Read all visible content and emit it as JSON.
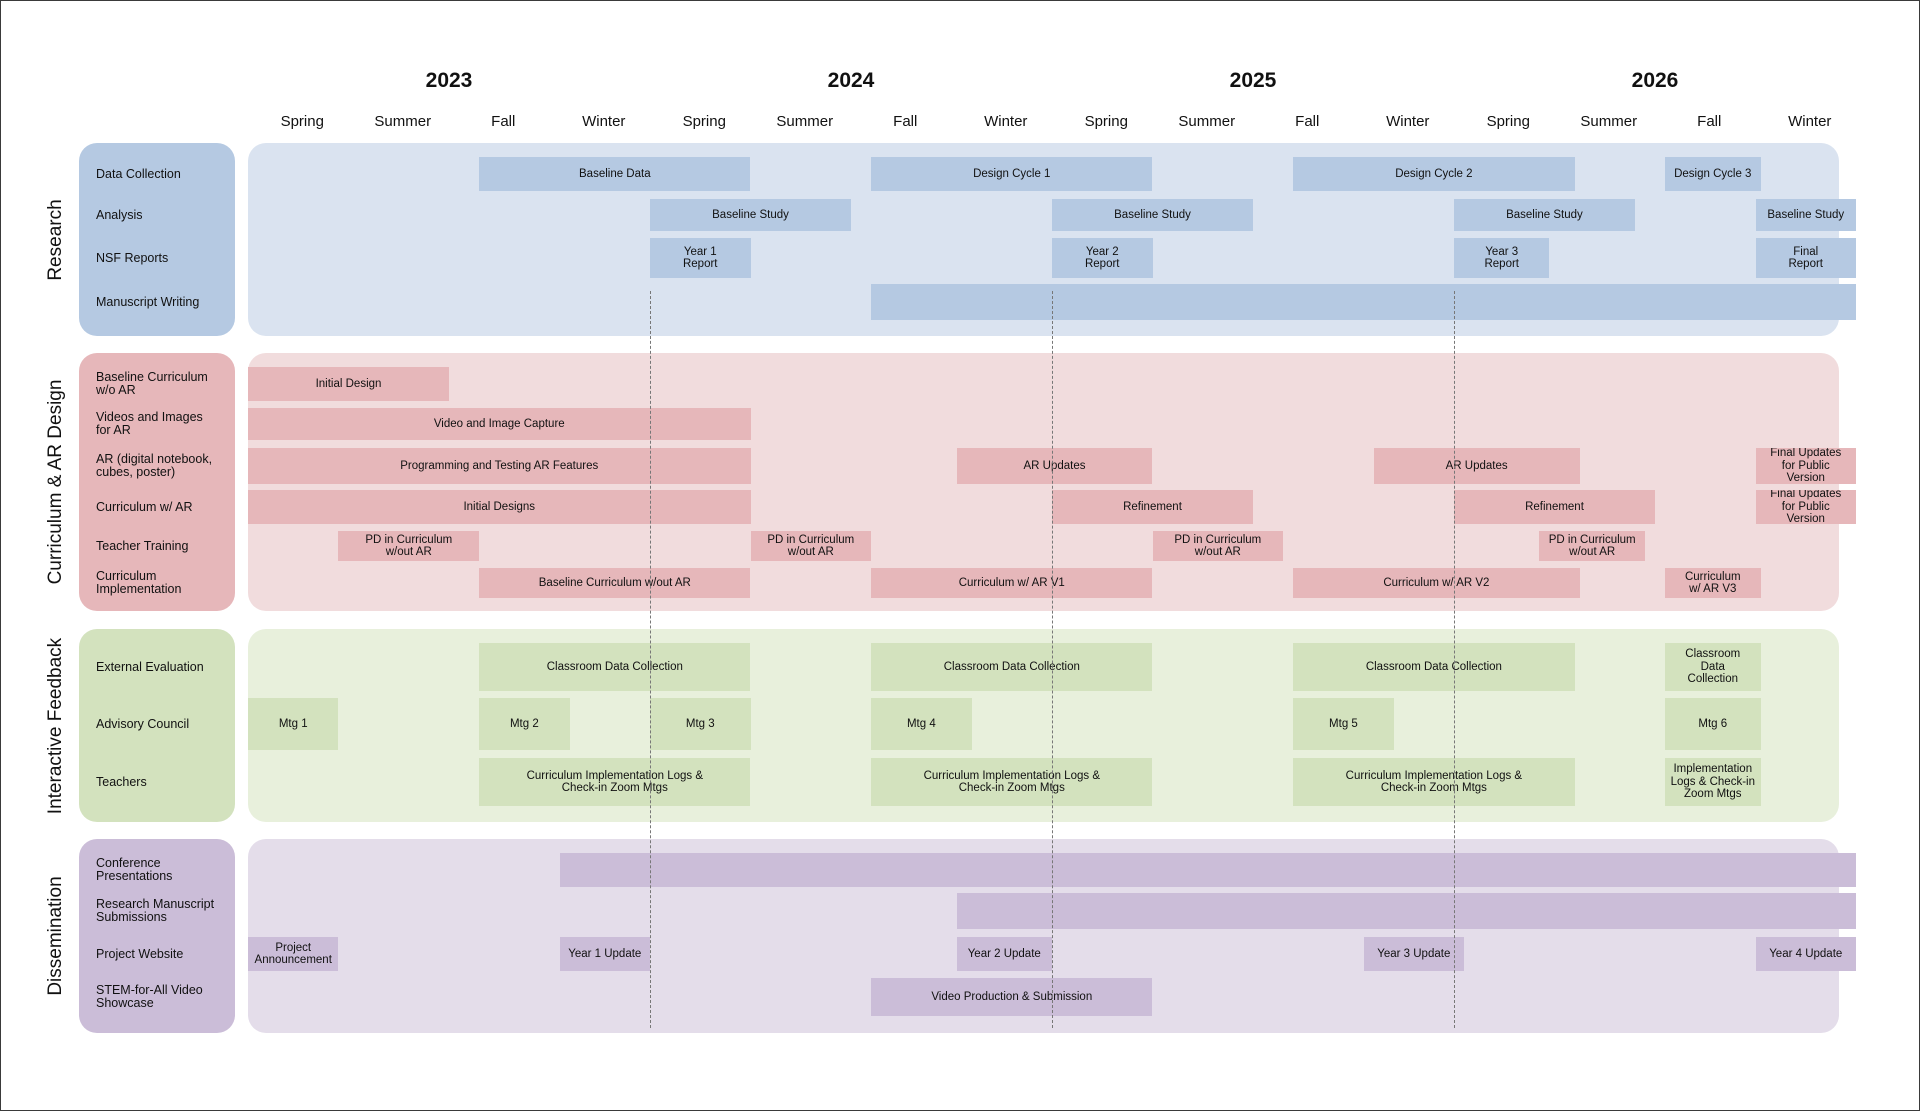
{
  "colors": {
    "research_panel": "#dae3f0",
    "research_bar": "#b5c9e2",
    "curriculum_panel": "#f1dcdd",
    "curriculum_bar": "#e6b7ba",
    "feedback_panel": "#e8f0dc",
    "feedback_bar": "#d3e2be",
    "dissemination_panel": "#e4ddea",
    "dissemination_bar": "#cbbdd8"
  },
  "years": [
    "2023",
    "2024",
    "2025",
    "2026"
  ],
  "seasons": [
    "Spring",
    "Summer",
    "Fall",
    "Winter",
    "Spring",
    "Summer",
    "Fall",
    "Winter",
    "Spring",
    "Summer",
    "Fall",
    "Winter",
    "Spring",
    "Summer",
    "Fall",
    "Winter"
  ],
  "groups": [
    {
      "id": "research",
      "title": "Research",
      "rows": [
        {
          "label": "Data Collection",
          "bars": [
            {
              "text": "Baseline Data",
              "start": 2.3,
              "end": 5.0
            },
            {
              "text": "Design Cycle 1",
              "start": 6.2,
              "end": 9.0
            },
            {
              "text": "Design Cycle 2",
              "start": 10.4,
              "end": 13.2
            },
            {
              "text": "Design Cycle 3",
              "start": 14.1,
              "end": 15.05
            }
          ]
        },
        {
          "label": "Analysis",
          "bars": [
            {
              "text": "Baseline Study",
              "start": 4.0,
              "end": 6.0
            },
            {
              "text": "Baseline Study",
              "start": 8.0,
              "end": 10.0
            },
            {
              "text": "Baseline Study",
              "start": 12.0,
              "end": 13.8
            },
            {
              "text": "Baseline Study",
              "start": 15.0,
              "end": 16.0
            }
          ]
        },
        {
          "label": "NSF Reports",
          "bars": [
            {
              "text": "Year 1\nReport",
              "start": 4.0,
              "end": 5.0
            },
            {
              "text": "Year 2\nReport",
              "start": 8.0,
              "end": 9.0
            },
            {
              "text": "Year 3\nReport",
              "start": 12.0,
              "end": 12.95
            },
            {
              "text": "Final\nReport",
              "start": 15.0,
              "end": 16.0
            }
          ]
        },
        {
          "label": "Manuscript Writing",
          "bars": [
            {
              "text": "",
              "start": 6.2,
              "end": 16.0
            }
          ]
        }
      ]
    },
    {
      "id": "curric",
      "title": "Curriculum & AR Design",
      "rows": [
        {
          "label": "Baseline Curriculum\nw/o AR",
          "bars": [
            {
              "text": "Initial Design",
              "start": 0.0,
              "end": 2.0
            }
          ]
        },
        {
          "label": "Videos and Images\nfor AR",
          "bars": [
            {
              "text": "Video and Image Capture",
              "start": 0.0,
              "end": 5.0
            }
          ]
        },
        {
          "label": "AR (digital notebook,\ncubes, poster)",
          "bars": [
            {
              "text": "Programming and Testing AR Features",
              "start": 0.0,
              "end": 5.0
            },
            {
              "text": "AR Updates",
              "start": 7.05,
              "end": 9.0
            },
            {
              "text": "AR Updates",
              "start": 11.2,
              "end": 13.25
            },
            {
              "text": "Final Updates\nfor Public\nVersion",
              "start": 15.0,
              "end": 16.0
            }
          ]
        },
        {
          "label": "Curriculum w/ AR",
          "bars": [
            {
              "text": "Initial Designs",
              "start": 0.0,
              "end": 5.0
            },
            {
              "text": "Refinement",
              "start": 8.0,
              "end": 10.0
            },
            {
              "text": "Refinement",
              "start": 12.0,
              "end": 14.0
            },
            {
              "text": "Final Updates\nfor Public\nVersion",
              "start": 15.0,
              "end": 16.0
            }
          ]
        },
        {
          "label": "Teacher Training",
          "bars": [
            {
              "text": "PD in Curriculum\nw/out AR",
              "start": 0.9,
              "end": 2.3
            },
            {
              "text": "PD in Curriculum\nw/out AR",
              "start": 5.0,
              "end": 6.2
            },
            {
              "text": "PD in Curriculum\nw/out AR",
              "start": 9.0,
              "end": 10.3
            },
            {
              "text": "PD in Curriculum\nw/out AR",
              "start": 12.85,
              "end": 13.9
            }
          ]
        },
        {
          "label": "Curriculum\nImplementation",
          "bars": [
            {
              "text": "Baseline Curriculum w/out AR",
              "start": 2.3,
              "end": 5.0
            },
            {
              "text": "Curriculum w/ AR V1",
              "start": 6.2,
              "end": 9.0
            },
            {
              "text": "Curriculum w/ AR V2",
              "start": 10.4,
              "end": 13.25
            },
            {
              "text": "Curriculum\nw/ AR V3",
              "start": 14.1,
              "end": 15.05
            }
          ]
        }
      ]
    },
    {
      "id": "feedback",
      "title": "Interactive Feedback",
      "rows": [
        {
          "label": "External Evaluation",
          "bars": [
            {
              "text": "Classroom Data Collection",
              "start": 2.3,
              "end": 5.0
            },
            {
              "text": "Classroom Data Collection",
              "start": 6.2,
              "end": 9.0
            },
            {
              "text": "Classroom Data Collection",
              "start": 10.4,
              "end": 13.2
            },
            {
              "text": "Classroom\nData\nCollection",
              "start": 14.1,
              "end": 15.05
            }
          ]
        },
        {
          "label": "Advisory Council",
          "bars": [
            {
              "text": "Mtg 1",
              "start": 0.0,
              "end": 0.9
            },
            {
              "text": "Mtg 2",
              "start": 2.3,
              "end": 3.2
            },
            {
              "text": "Mtg 3",
              "start": 4.0,
              "end": 5.0
            },
            {
              "text": "Mtg 4",
              "start": 6.2,
              "end": 7.2
            },
            {
              "text": "Mtg 5",
              "start": 10.4,
              "end": 11.4
            },
            {
              "text": "Mtg 6",
              "start": 14.1,
              "end": 15.05
            }
          ]
        },
        {
          "label": "Teachers",
          "bars": [
            {
              "text": "Curriculum Implementation Logs &\nCheck-in Zoom Mtgs",
              "start": 2.3,
              "end": 5.0
            },
            {
              "text": "Curriculum Implementation Logs &\nCheck-in Zoom Mtgs",
              "start": 6.2,
              "end": 9.0
            },
            {
              "text": "Curriculum Implementation Logs &\nCheck-in Zoom Mtgs",
              "start": 10.4,
              "end": 13.2
            },
            {
              "text": "Implementation\nLogs & Check-in\nZoom Mtgs",
              "start": 14.1,
              "end": 15.05
            }
          ]
        }
      ]
    },
    {
      "id": "dissem",
      "title": "Dissemination",
      "rows": [
        {
          "label": "Conference\nPresentations",
          "bars": [
            {
              "text": "",
              "start": 3.1,
              "end": 16.0
            }
          ]
        },
        {
          "label": "Research Manuscript\nSubmissions",
          "bars": [
            {
              "text": "",
              "start": 7.05,
              "end": 16.0
            }
          ]
        },
        {
          "label": "Project Website",
          "bars": [
            {
              "text": "Project\nAnnouncement",
              "start": 0.0,
              "end": 0.9
            },
            {
              "text": "Year 1 Update",
              "start": 3.1,
              "end": 4.0
            },
            {
              "text": "Year 2 Update",
              "start": 7.05,
              "end": 8.0
            },
            {
              "text": "Year 3 Update",
              "start": 11.1,
              "end": 12.1
            },
            {
              "text": "Year 4 Update",
              "start": 15.0,
              "end": 16.0
            }
          ]
        },
        {
          "label": "STEM-for-All Video\nShowcase",
          "bars": [
            {
              "text": "Video Production & Submission",
              "start": 6.2,
              "end": 9.0
            }
          ]
        }
      ]
    }
  ]
}
